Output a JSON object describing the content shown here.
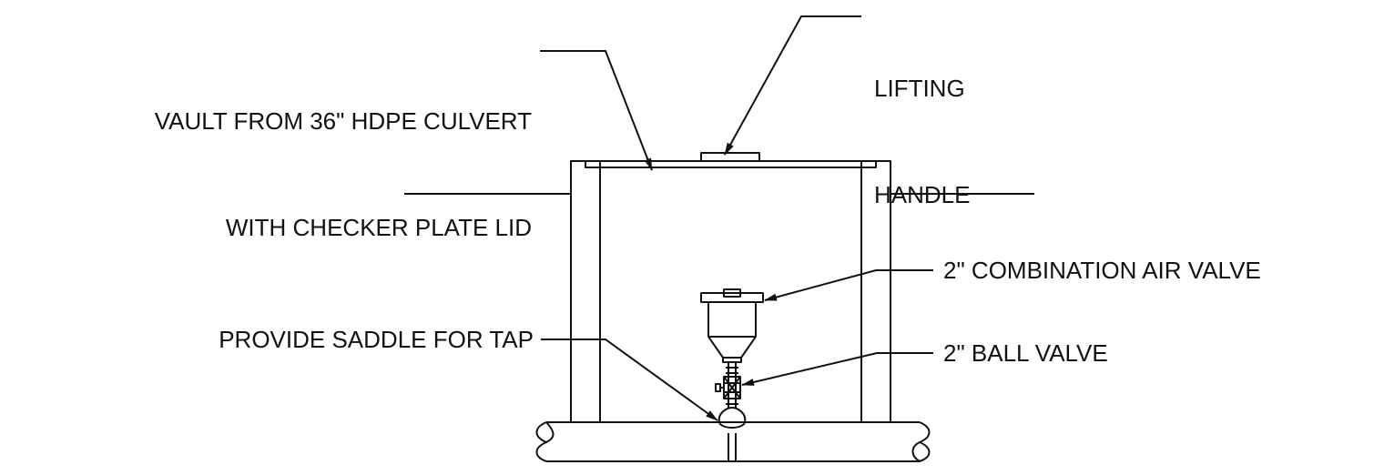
{
  "callouts": {
    "vault": {
      "line1": "VAULT FROM 36\" HDPE CULVERT",
      "line2": "WITH CHECKER PLATE LID"
    },
    "lifting_handle": {
      "line1": "LIFTING",
      "line2": "HANDLE"
    },
    "combination_air_valve": "2\" COMBINATION AIR VALVE",
    "ball_valve": "2\" BALL VALVE",
    "saddle": "PROVIDE SADDLE FOR TAP"
  },
  "colors": {
    "linework": "#111111",
    "background": "#ffffff"
  }
}
